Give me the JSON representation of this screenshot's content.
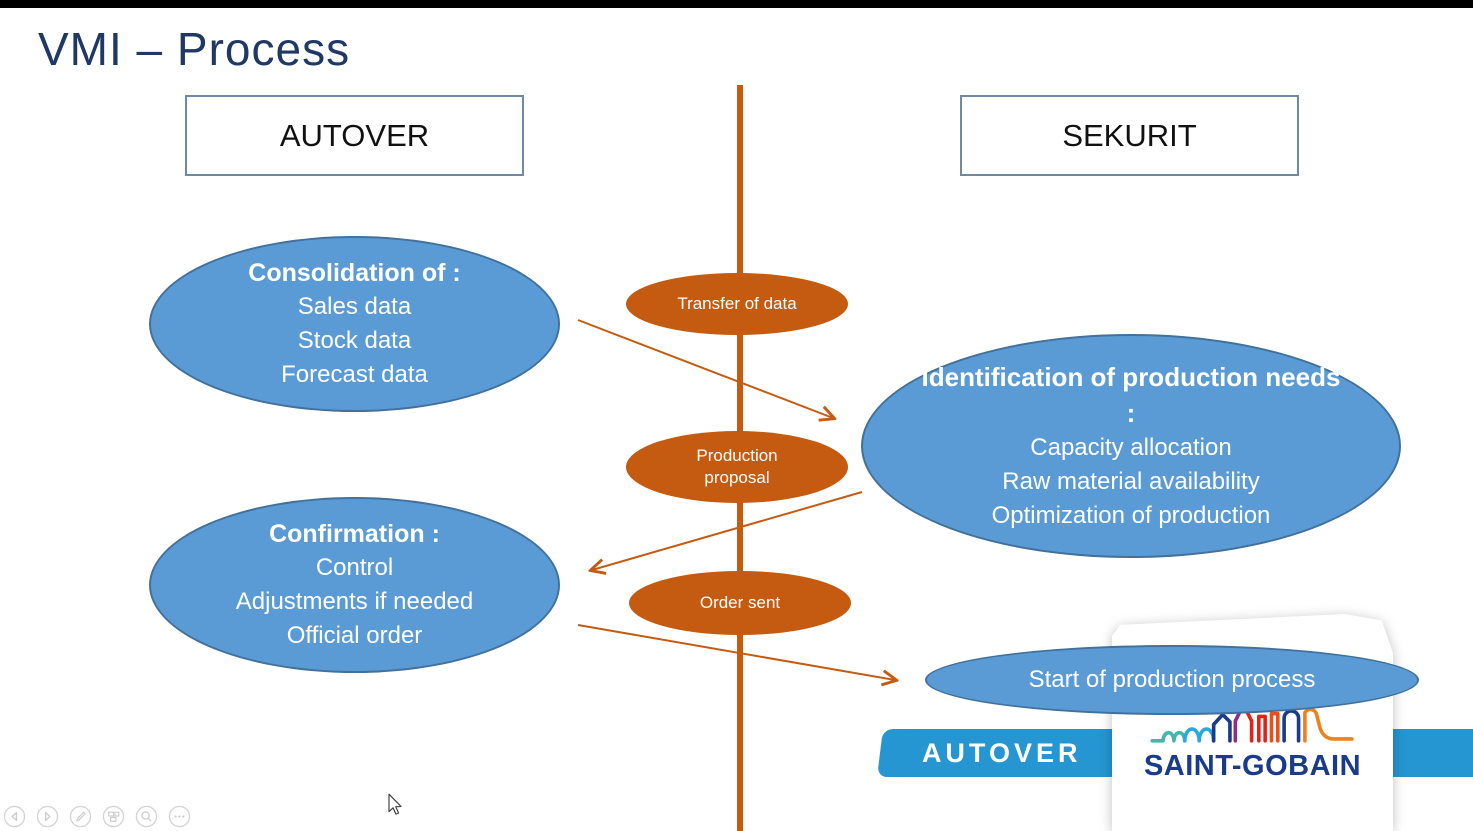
{
  "slide": {
    "title": "VMI – Process"
  },
  "header": {
    "left_box": "AUTOVER",
    "right_box": "SEKURIT"
  },
  "flow": {
    "consolidation": {
      "heading": "Consolidation of :",
      "items": [
        "Sales data",
        "Stock data",
        "Forecast data"
      ]
    },
    "transfer": {
      "label": "Transfer of data"
    },
    "identification": {
      "heading": "Identification of production needs :",
      "items": [
        "Capacity allocation",
        "Raw material availability",
        "Optimization of production"
      ]
    },
    "proposal": {
      "label": "Production proposal"
    },
    "confirmation": {
      "heading": "Confirmation :",
      "items": [
        "Control",
        "Adjustments if needed",
        "Official order"
      ]
    },
    "order": {
      "label": "Order sent"
    },
    "start": {
      "label": "Start of production process"
    }
  },
  "footer": {
    "banner_label": "AUTOVER",
    "logo_text": "SAINT-GOBAIN"
  },
  "toolbar": {
    "icons": [
      "previous-slide",
      "next-slide",
      "pen",
      "see-all-slides",
      "zoom",
      "more-options"
    ]
  },
  "colors": {
    "accent_orange": "#C55A11",
    "ellipse_blue": "#5B9BD5",
    "ellipse_border": "#41719C",
    "banner_blue": "#2596D1",
    "title_navy": "#1F3864",
    "logo_navy": "#1A3A8C"
  }
}
